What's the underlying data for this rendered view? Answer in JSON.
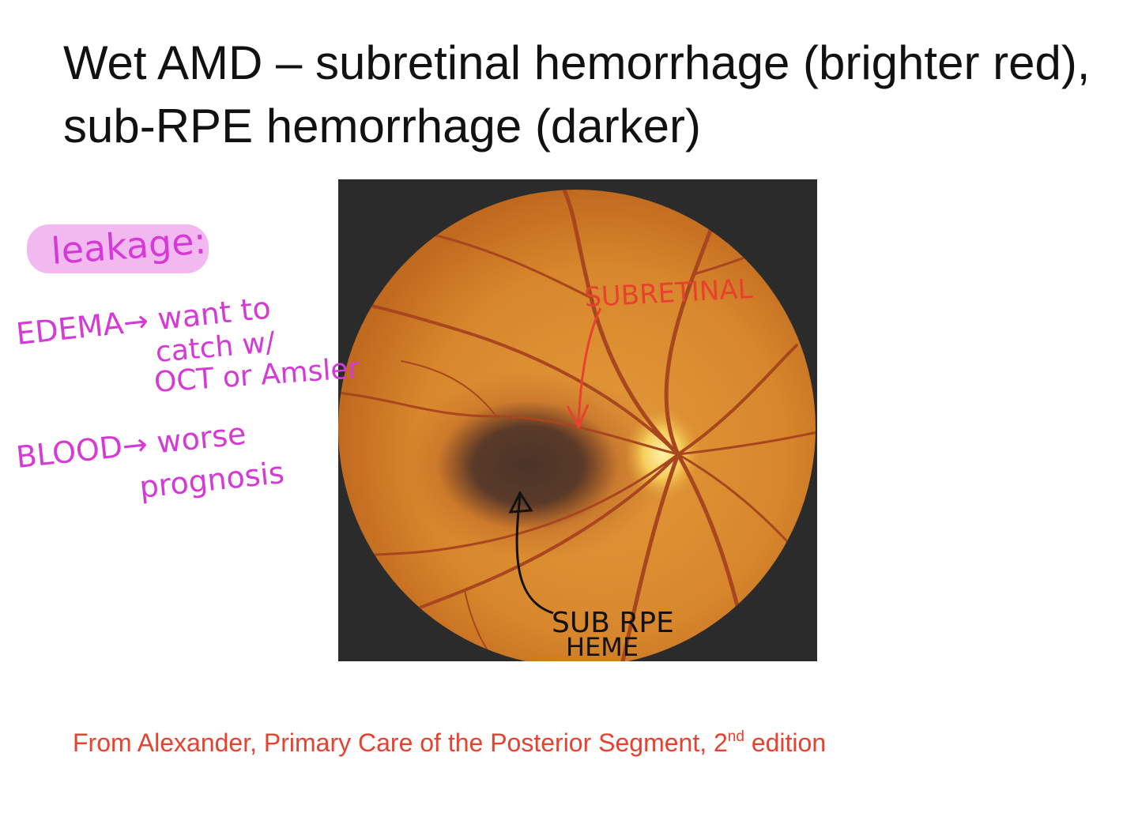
{
  "slide": {
    "title": "Wet AMD – subretinal hemorrhage (brighter red), sub-RPE hemorrhage (darker)",
    "credit": {
      "prefix": "From Alexander, Primary Care of the Posterior Segment, 2",
      "superscript": "nd",
      "suffix": " edition"
    }
  },
  "annotations": {
    "pink_heading": "leakage:",
    "pink_line_1": "EDEMA→ want to",
    "pink_line_2": "catch w/",
    "pink_line_3": "OCT or Amsler",
    "pink_line_4": "BLOOD→ worse",
    "pink_line_5": "prognosis",
    "red_label": "SUBRETINAL",
    "black_label_1": "SUB RPE",
    "black_label_2": "HEME"
  },
  "colors": {
    "title": "#111111",
    "credit": "#e8412f",
    "pink_ink": "#d63ad6",
    "pink_highlight": "#f2b8f0",
    "red_ink": "#e8412f",
    "black_ink": "#111111",
    "fundus_orange": "#d98a2e",
    "vessel": "#a8461f"
  }
}
